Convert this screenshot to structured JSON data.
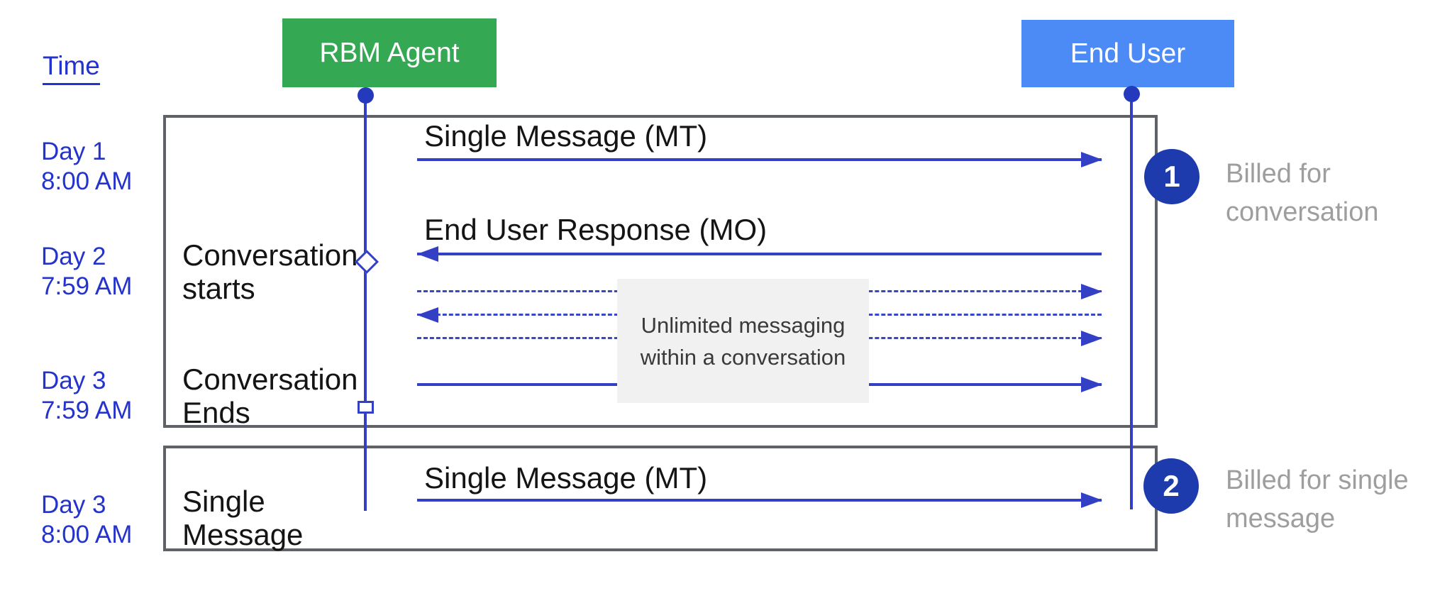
{
  "header": {
    "time_label": "Time"
  },
  "participants": [
    {
      "id": "rbm-agent",
      "label": "RBM Agent",
      "color": "#34a853"
    },
    {
      "id": "end-user",
      "label": "End User",
      "color": "#4c8bf5"
    }
  ],
  "timeline": [
    {
      "label": "Day 1\n8:00 AM"
    },
    {
      "label": "Day 2\n7:59 AM"
    },
    {
      "label": "Day 3\n7:59 AM"
    },
    {
      "label": "Day 3\n8:00 AM"
    }
  ],
  "milestones": [
    {
      "label": "Conversation\nstarts",
      "marker": "diamond"
    },
    {
      "label": "Conversation\nEnds",
      "marker": "square"
    },
    {
      "label": "Single\nMessage",
      "marker": "none"
    }
  ],
  "messages": [
    {
      "label": "Single Message (MT)",
      "style": "solid",
      "direction": "right"
    },
    {
      "label": "End User Response (MO)",
      "style": "solid",
      "direction": "left"
    },
    {
      "label": "",
      "style": "dashed",
      "direction": "right"
    },
    {
      "label": "",
      "style": "dashed",
      "direction": "left"
    },
    {
      "label": "",
      "style": "dashed",
      "direction": "right"
    },
    {
      "label": "",
      "style": "solid",
      "direction": "right"
    },
    {
      "label": "Single Message (MT)",
      "style": "solid",
      "direction": "right"
    }
  ],
  "note": {
    "text": "Unlimited messaging\nwithin a conversation"
  },
  "annotations": [
    {
      "badge": "1",
      "text": "Billed for\nconversation"
    },
    {
      "badge": "2",
      "text": "Billed for single\nmessage"
    }
  ],
  "colors": {
    "agent_green": "#34a853",
    "end_user_blue": "#4c8bf5",
    "line_blue": "#3340c6",
    "marker_dot_blue": "#2539bd",
    "badge_blue": "#1e3bae",
    "timeline_blue": "#2433cd",
    "frame_gray": "#5f6368",
    "note_bg": "#f1f1f2",
    "annotation_gray": "#9e9e9e"
  }
}
